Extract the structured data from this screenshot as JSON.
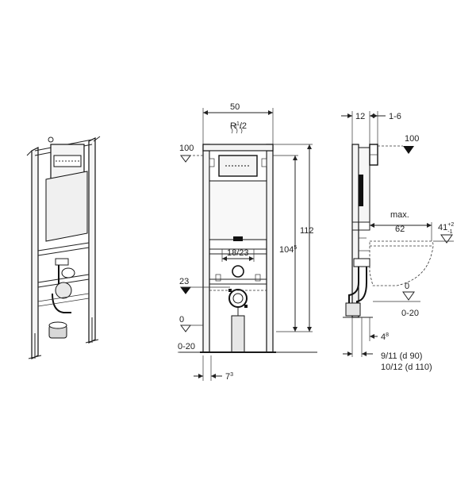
{
  "labels": {
    "front_width": "50",
    "connection_main": "R",
    "connection_sup": "1",
    "connection_den": "/2",
    "level_100_left": "100",
    "height_112": "112",
    "height_104_main": "104",
    "height_104_sup": "5",
    "range_18_23": "18/23",
    "level_23": "23",
    "level_0_left": "0",
    "range_0_20_left": "0-20",
    "offset_7_main": "7",
    "offset_7_sup": "3",
    "side_12": "12",
    "side_1_6": "1-6",
    "level_100_right": "100",
    "max_label": "max.",
    "depth_62": "62",
    "level_41_main": "41",
    "level_41_sup": "+2",
    "level_41_sub": "-1",
    "level_0_right": "0",
    "range_0_20_right": "0-20",
    "offset_4_main": "4",
    "offset_4_sup": "8",
    "pipe_d90": "9/11 (d 90)",
    "pipe_d110": "10/12 (d 110)"
  }
}
